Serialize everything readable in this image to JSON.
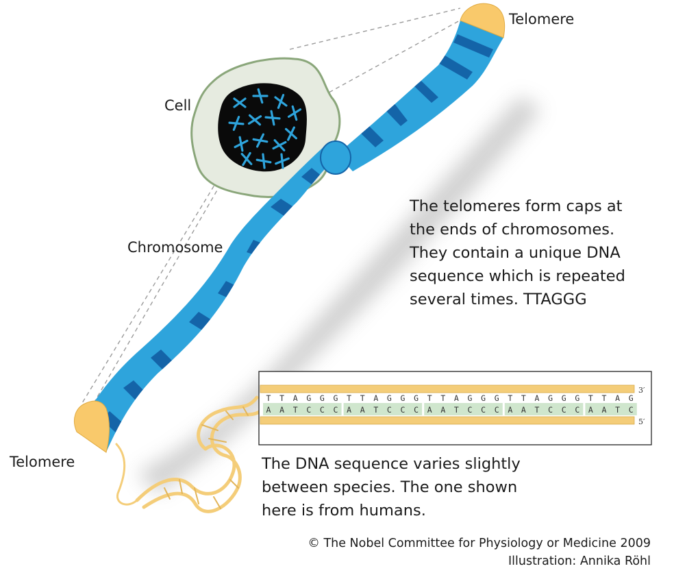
{
  "labels": {
    "telomere_top": "Telomere",
    "telomere_bottom": "Telomere",
    "cell": "Cell",
    "chromosome": "Chromosome"
  },
  "description": {
    "lines": [
      "The telomeres form caps at",
      "the ends of chromosomes.",
      "They contain a unique DNA",
      "sequence which is repeated",
      "several times. TTAGGG"
    ]
  },
  "dna_strip": {
    "top_sequence": [
      "T",
      "T",
      "A",
      "G",
      "G",
      "G",
      "T",
      "T",
      "A",
      "G",
      "G",
      "G",
      "T",
      "T",
      "A",
      "G",
      "G",
      "G",
      "T",
      "T",
      "A",
      "G",
      "G",
      "G",
      "T",
      "T",
      "A",
      "G"
    ],
    "bottom_sequence": [
      "A",
      "A",
      "T",
      "C",
      "C",
      "C",
      "A",
      "A",
      "T",
      "C",
      "C",
      "C",
      "A",
      "A",
      "T",
      "C",
      "C",
      "C",
      "A",
      "A",
      "T",
      "C",
      "C",
      "C",
      "A",
      "A",
      "T",
      "C"
    ],
    "top_end_label": "3′",
    "bottom_end_label": "5′"
  },
  "species_note": {
    "lines": [
      "The DNA sequence varies slightly",
      "between species. The one shown",
      "here is from humans."
    ]
  },
  "credits": {
    "line1": "© The Nobel Committee for Physiology or Medicine 2009",
    "line2": "Illustration: Annika Röhl"
  },
  "colors": {
    "chromosome_light": "#2ea4dc",
    "chromosome_dark": "#1464a8",
    "telomere_cap": "#f9c96b",
    "cell_fill": "#e6ebe0",
    "cell_border": "#8aa67a",
    "nucleus": "#0a0a0a",
    "dna_backbone": "#f4cd79",
    "base_pair_band": "#cfe6cd"
  }
}
